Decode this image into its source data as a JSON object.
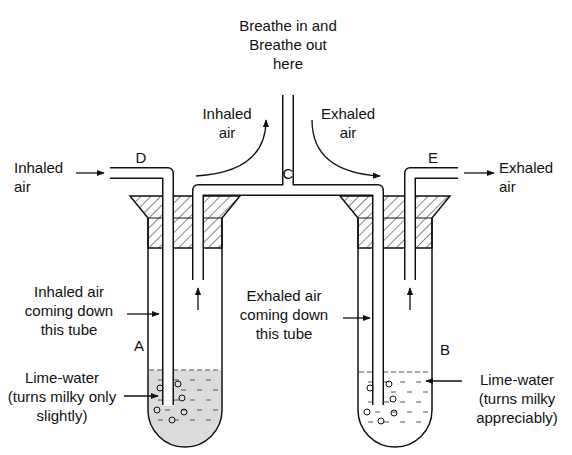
{
  "diagram": {
    "labels": [
      "Breathe in and Breathe out here",
      "Inhaled air",
      "Exhaled air",
      "D",
      "E",
      "C",
      "Inhaled air",
      "Exhaled air",
      "Inhaled air coming down this tube",
      "A",
      "Exhaled air coming down this tube",
      "B",
      "Lime-water (turns milky only slightly)",
      "Lime-water (turns milky appreciably)"
    ]
  }
}
